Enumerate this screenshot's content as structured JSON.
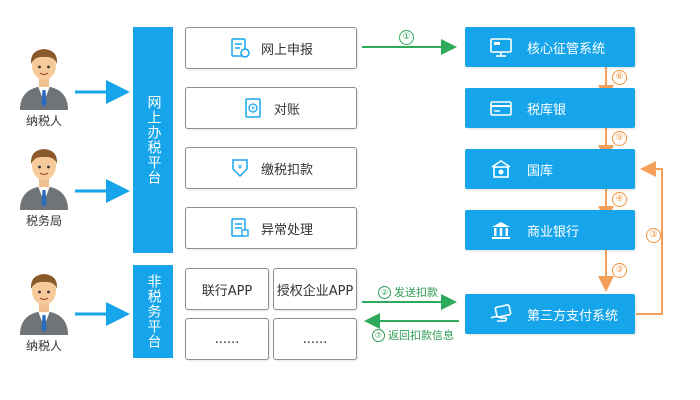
{
  "colors": {
    "blue": "#16a5ea",
    "green": "#2eab5a",
    "orange": "#f5a05a",
    "box_border": "#8f8f8f"
  },
  "actors": [
    {
      "label": "纳税人",
      "icon": "person-icon"
    },
    {
      "label": "税务局",
      "icon": "person-icon"
    },
    {
      "label": "纳税人",
      "icon": "person-icon"
    }
  ],
  "platforms": {
    "online": "网上办税平台",
    "non_tax": "非税务平台"
  },
  "online_services": [
    {
      "label": "网上申报",
      "icon": "form-icon"
    },
    {
      "label": "对账",
      "icon": "ledger-icon"
    },
    {
      "label": "缴税扣款",
      "icon": "payment-icon"
    },
    {
      "label": "异常处理",
      "icon": "document-icon"
    }
  ],
  "non_tax_apps": [
    "联行APP",
    "授权企业APP",
    "......",
    "......"
  ],
  "systems": [
    {
      "label": "核心征管系统",
      "icon": "monitor-icon"
    },
    {
      "label": "税库银",
      "icon": "card-icon"
    },
    {
      "label": "国库",
      "icon": "treasury-icon"
    },
    {
      "label": "商业银行",
      "icon": "bank-icon"
    },
    {
      "label": "第三方支付系统",
      "icon": "pos-icon"
    }
  ],
  "edges": {
    "e1": "①",
    "e2_num": "②",
    "e2_text": "发送扣款",
    "e3": "③",
    "e4": "④",
    "e5": "⑤",
    "e6": "⑥",
    "e7_num": "⑦",
    "e7_text": "返回扣款信息"
  }
}
